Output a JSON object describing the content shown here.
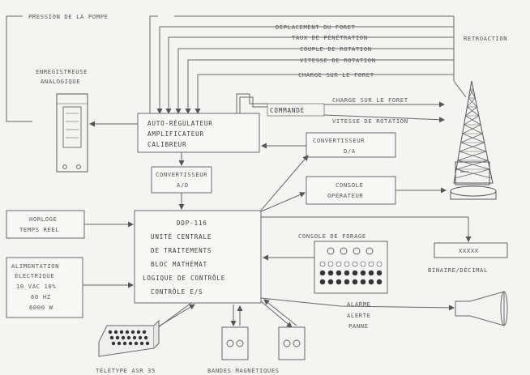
{
  "feedback": {
    "pump_pressure": "PRESSION DE LA POMPE",
    "drill_displacement": "DÉPLACEMENT DU FORET",
    "penetration_rate": "TAUX DE PÉNÉTRATION",
    "rotation_torque": "COUPLE DE ROTATION",
    "rotation_speed": "VITESSE DE ROTATION",
    "drill_load": "CHARGE SUR LE FORET",
    "retroaction": "RETROACTION"
  },
  "recorder": {
    "line1": "ENREGISTREUSE",
    "line2": "ANALOGIQUE"
  },
  "amplifier": {
    "line1": "AUTO-RÉGULATEUR",
    "line2": "AMPLIFICATEUR",
    "line3": "CALIBREUR"
  },
  "command": {
    "label": "COMMANDE",
    "out1": "CHARGE SUR LE FORET",
    "out2": "VITESSE DE ROTATION"
  },
  "dac": {
    "line1": "CONVERTISSEUR",
    "line2": "D/A"
  },
  "adc": {
    "line1": "CONVERTISSEUR",
    "line2": "A/D"
  },
  "operator_console": {
    "line1": "CONSOLE",
    "line2": "OPÉRATEUR"
  },
  "clock": {
    "line1": "HORLOGE",
    "line2": "TEMPS RÉEL"
  },
  "cpu": {
    "line1": "DDP-116",
    "line2": "UNITÉ CENTRALE",
    "line3": "DE TRAITEMENTS",
    "line4": "BLOC MATHÉMAT",
    "line5": "LOGIQUE DE CONTRÔLE",
    "line6": "CONTRÔLE E/S"
  },
  "power": {
    "line1": "ALIMENTATION",
    "line2": "ÉLECTRIQUE",
    "line3": "10 VAC 10%",
    "line4": "60 HZ",
    "line5": "6000 W"
  },
  "drilling_console": {
    "label": "CONSOLE DE FORAGE"
  },
  "binary_display": {
    "value": "XXXXX",
    "label": "BINAIRE/DÉCIMAL"
  },
  "alarm": {
    "line1": "ALARME",
    "line2": "ALERTE",
    "line3": "PANNE"
  },
  "teletype": {
    "label": "TÉLÉTYPE ASR 35"
  },
  "tapes": {
    "label": "BANDES MAGNÉTIQUES"
  }
}
